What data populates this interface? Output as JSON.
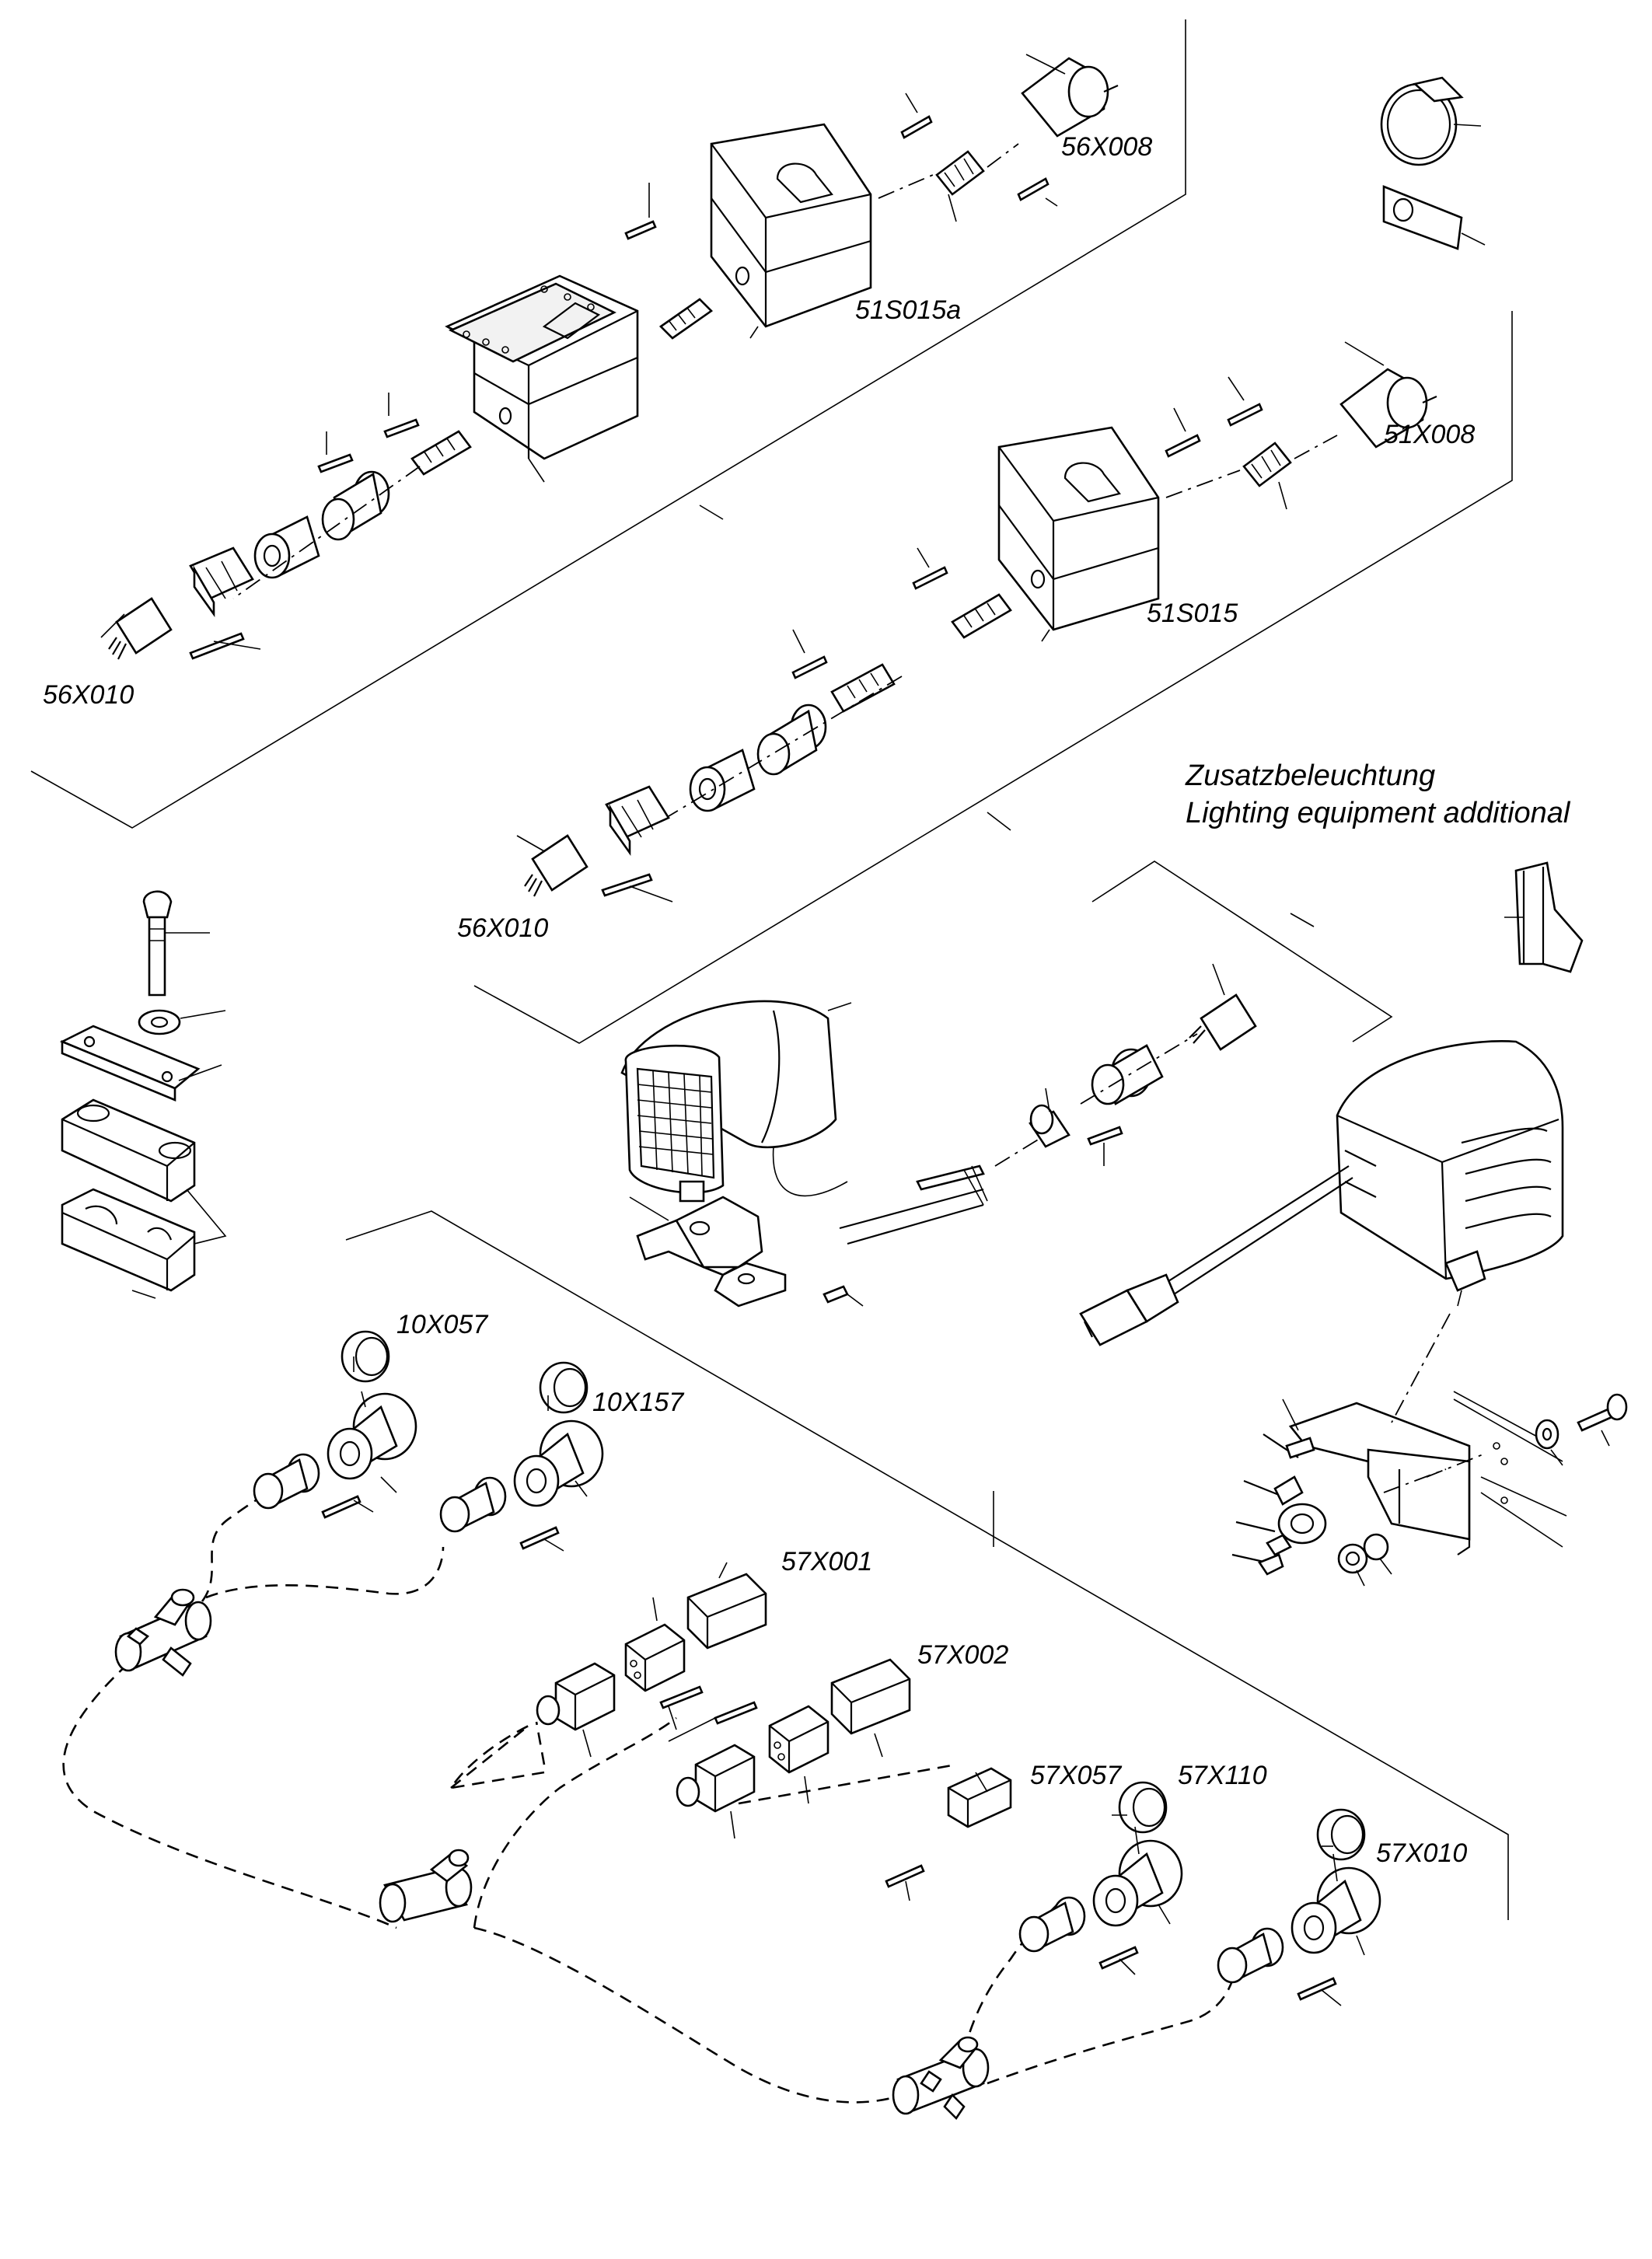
{
  "title": {
    "line1": "Zusatzbeleuchtung",
    "line2": "Lighting equipment additional"
  },
  "labels": {
    "56X008": "56X008",
    "51S015a": "51S015a",
    "56X010_top": "56X010",
    "51X008": "51X008",
    "51S015": "51S015",
    "56X010_mid": "56X010",
    "10X057": "10X057",
    "10X157": "10X157",
    "57X001": "57X001",
    "57X002": "57X002",
    "57X057": "57X057",
    "57X110": "57X110",
    "57X010": "57X010"
  }
}
